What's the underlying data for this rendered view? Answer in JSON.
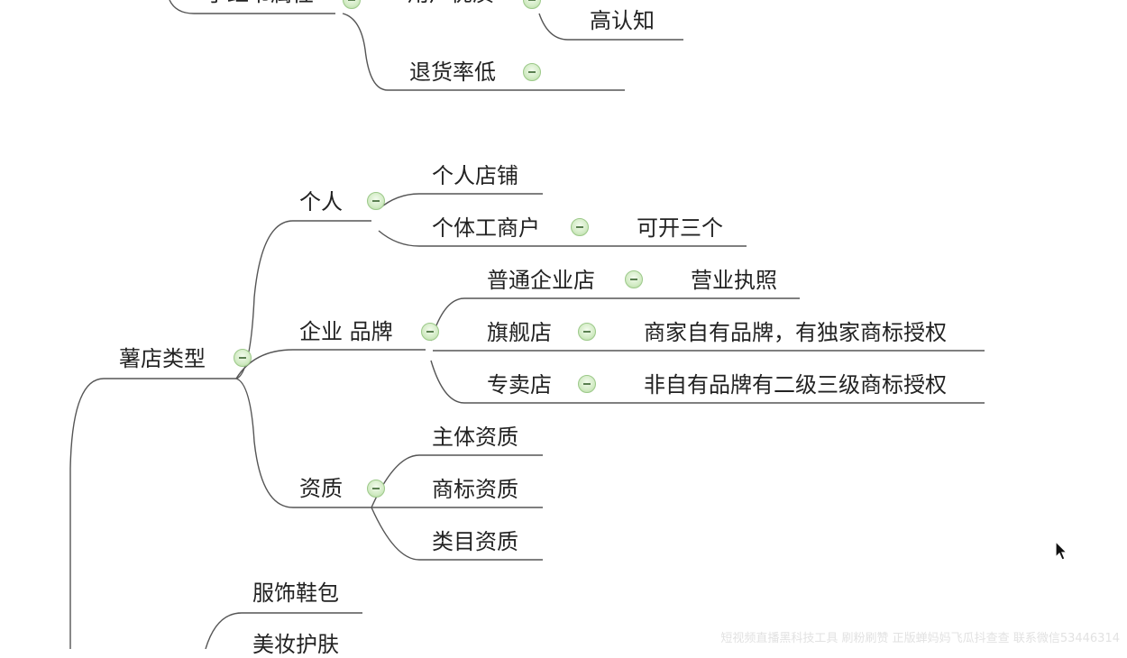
{
  "colors": {
    "line": "#555555",
    "text": "#222222",
    "toggle": "#c8e6b7"
  },
  "nodes": {
    "top_partial_a": "手红书属性",
    "top_partial_b": "用户优质",
    "high_awareness": "高认知",
    "low_return": "退货率低",
    "store_type": "薯店类型",
    "personal": "个人",
    "personal_store": "个人店铺",
    "individual_business": "个体工商户",
    "can_open_three": "可开三个",
    "enterprise_brand": "企业 品牌",
    "normal_enterprise": "普通企业店",
    "business_license": "营业执照",
    "flagship": "旗舰店",
    "flagship_note": "商家自有品牌，有独家商标授权",
    "specialty": "专卖店",
    "specialty_note": "非自有品牌有二级三级商标授权",
    "qualification": "资质",
    "subject_qual": "主体资质",
    "trademark_qual": "商标资质",
    "category_qual": "类目资质",
    "apparel": "服饰鞋包",
    "beauty": "美妆护肤"
  },
  "toggle_icon": "collapse-minus-icon",
  "watermark": "短视频直播黑科技工具 刷粉刷赞 正版蝉妈妈飞瓜抖查查 联系微信53446314"
}
